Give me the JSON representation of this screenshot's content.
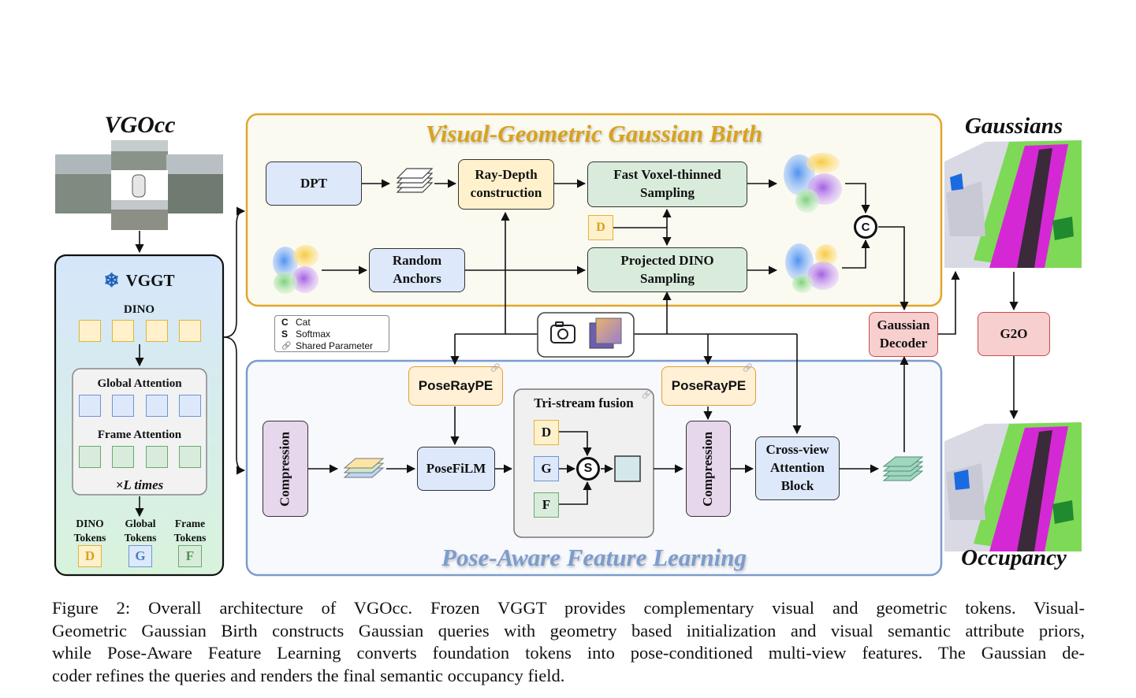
{
  "left_panel": {
    "title": "VGOcc",
    "vggt_label": "VGGT",
    "dino_label": "DINO",
    "global_attention": "Global Attention",
    "frame_attention": "Frame Attention",
    "loop_label": "×L times",
    "outputs": [
      {
        "line1": "DINO",
        "line2": "Tokens",
        "letter": "D"
      },
      {
        "line1": "Global",
        "line2": "Tokens",
        "letter": "G"
      },
      {
        "line1": "Frame",
        "line2": "Tokens",
        "letter": "F"
      }
    ]
  },
  "birth": {
    "title": "Visual-Geometric Gaussian Birth",
    "dpt": "DPT",
    "ray_depth": [
      "Ray-Depth",
      "construction"
    ],
    "fast_voxel": [
      "Fast Voxel-thinned",
      "Sampling"
    ],
    "d_token": "D",
    "random_anchors": [
      "Random",
      "Anchors"
    ],
    "projected_dino": [
      "Projected DINO",
      "Sampling"
    ],
    "cat_symbol": "C"
  },
  "legend": [
    {
      "symbol": "C",
      "text": "Cat"
    },
    {
      "symbol": "S",
      "text": "Softmax"
    },
    {
      "symbol": "🔗",
      "text": "Shared Parameter"
    }
  ],
  "pose": {
    "title": "Pose-Aware Feature Learning",
    "compression": "Compression",
    "poseraype": "PoseRayPE",
    "posefilm": "PoseFiLM",
    "tristream": "Tri-stream fusion",
    "streams": [
      "D",
      "G",
      "F"
    ],
    "softmax_symbol": "S",
    "cross_view": [
      "Cross-view",
      "Attention",
      "Block"
    ]
  },
  "right": {
    "gaussian_decoder": [
      "Gaussian",
      "Decoder"
    ],
    "gaussians_title": "Gaussians",
    "g2o": "G2O",
    "occupancy_title": "Occupancy"
  },
  "caption": [
    "Figure 2: Overall architecture of VGOcc. Frozen VGGT provides complementary visual and geometric tokens. Visual-",
    "Geometric Gaussian Birth constructs Gaussian queries with geometry based initialization and visual semantic attribute priors,",
    "while Pose-Aware Feature Learning converts foundation tokens into pose-conditioned multi-view features. The Gaussian de-",
    "coder refines the queries and renders the final semantic occupancy field."
  ]
}
